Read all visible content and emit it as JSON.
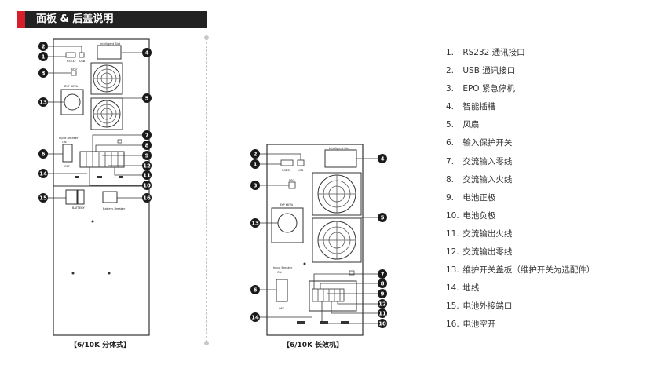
{
  "header": {
    "title": "面板 & 后盖说明"
  },
  "captions": {
    "left": "【6/10K 分体式】",
    "right": "【6/10K 长效机】"
  },
  "legend": [
    {
      "num": "1.",
      "text": "RS232 通讯接口"
    },
    {
      "num": "2.",
      "text": "USB 通讯接口"
    },
    {
      "num": "3.",
      "text": "EPO 紧急停机"
    },
    {
      "num": "4.",
      "text": "智能插槽"
    },
    {
      "num": "5.",
      "text": "风扇"
    },
    {
      "num": "6.",
      "text": "输入保护开关"
    },
    {
      "num": "7.",
      "text": "交流输入零线"
    },
    {
      "num": "8.",
      "text": "交流输入火线"
    },
    {
      "num": "9.",
      "text": "电池正极"
    },
    {
      "num": "10.",
      "text": "电池负极"
    },
    {
      "num": "11.",
      "text": "交流输出火线"
    },
    {
      "num": "12.",
      "text": "交流输出零线"
    },
    {
      "num": "13.",
      "text": "维护开关盖板（维护开关为选配件）"
    },
    {
      "num": "14.",
      "text": "地线"
    },
    {
      "num": "15.",
      "text": "电池外接端口"
    },
    {
      "num": "16.",
      "text": "电池空开"
    }
  ],
  "panel_left": {
    "slot_label": "Intelligent Slot",
    "rs232": "RS232",
    "usb": "USB",
    "epo": "EPO",
    "bypass": "BYP 6KVA",
    "breaker": "Input Breaker",
    "breaker_state": "ON",
    "off": "OFF",
    "battery_port": "BATTERY",
    "battery_breaker": "Battery Breaker",
    "markers": [
      "1",
      "2",
      "3",
      "4",
      "5",
      "6",
      "7",
      "8",
      "9",
      "10",
      "11",
      "12",
      "13",
      "14",
      "15",
      "16"
    ]
  },
  "panel_right": {
    "slot_label": "Intelligent Slot",
    "rs232": "RS232",
    "usb": "USB",
    "epo": "EPO",
    "bypass": "BYP 6KVA",
    "breaker": "Input Breaker",
    "breaker_state": "ON",
    "off": "OFF",
    "markers": [
      "1",
      "2",
      "3",
      "4",
      "5",
      "6",
      "7",
      "8",
      "9",
      "10",
      "11",
      "12",
      "13",
      "14"
    ]
  },
  "colors": {
    "accent": "#d61f2b",
    "header_bg": "#222222",
    "marker": "#1a1a1a",
    "outline": "#333333"
  }
}
